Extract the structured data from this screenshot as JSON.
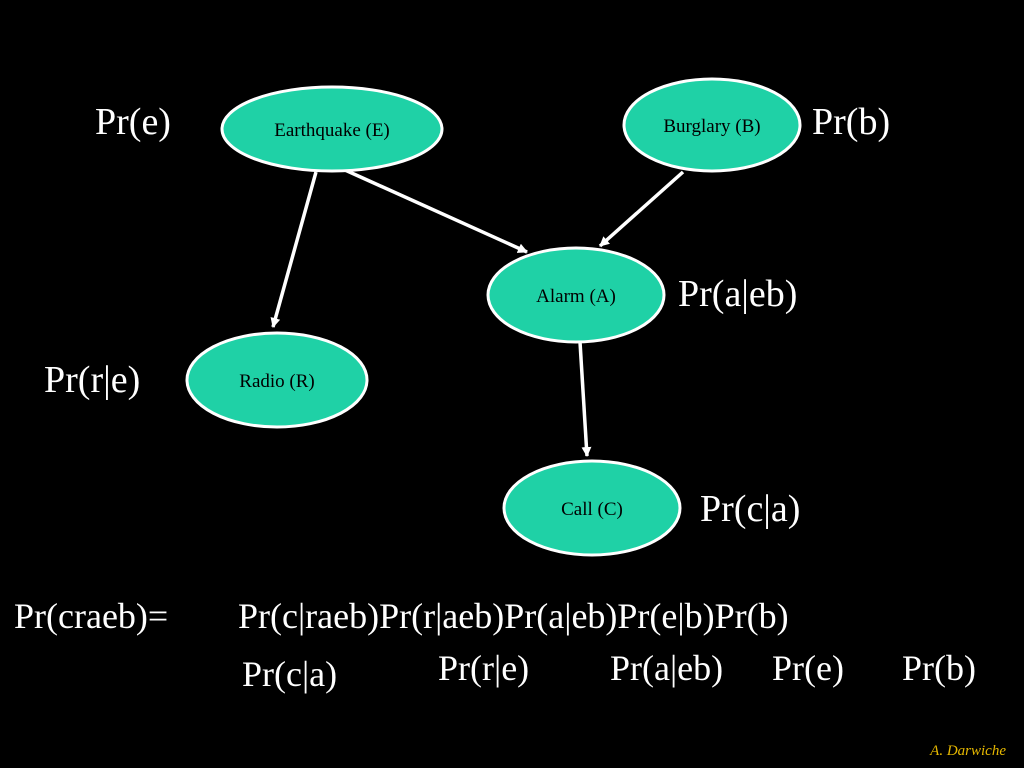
{
  "colors": {
    "background": "#000000",
    "node_fill": "#1fd1a6",
    "node_stroke": "#ffffff",
    "text": "#ffffff",
    "credit": "#e6b800"
  },
  "nodes": {
    "earthquake": "Earthquake (E)",
    "burglary": "Burglary (B)",
    "alarm": "Alarm (A)",
    "radio": "Radio (R)",
    "call": "Call (C)"
  },
  "edges": [
    {
      "from": "earthquake",
      "to": "alarm"
    },
    {
      "from": "burglary",
      "to": "alarm"
    },
    {
      "from": "earthquake",
      "to": "radio"
    },
    {
      "from": "alarm",
      "to": "call"
    }
  ],
  "probabilities": {
    "e": "Pr(e)",
    "b": "Pr(b)",
    "a_given_eb": "Pr(a|eb)",
    "r_given_e": "Pr(r|e)",
    "c_given_a": "Pr(c|a)"
  },
  "equation": {
    "lhs": "Pr(craeb)=",
    "chain": "Pr(c|raeb)Pr(r|aeb)Pr(a|eb)Pr(e|b)Pr(b)",
    "simplified": [
      "Pr(c|a)",
      "Pr(r|e)",
      "Pr(a|eb)",
      "Pr(e)",
      "Pr(b)"
    ]
  },
  "credit": "A. Darwiche"
}
